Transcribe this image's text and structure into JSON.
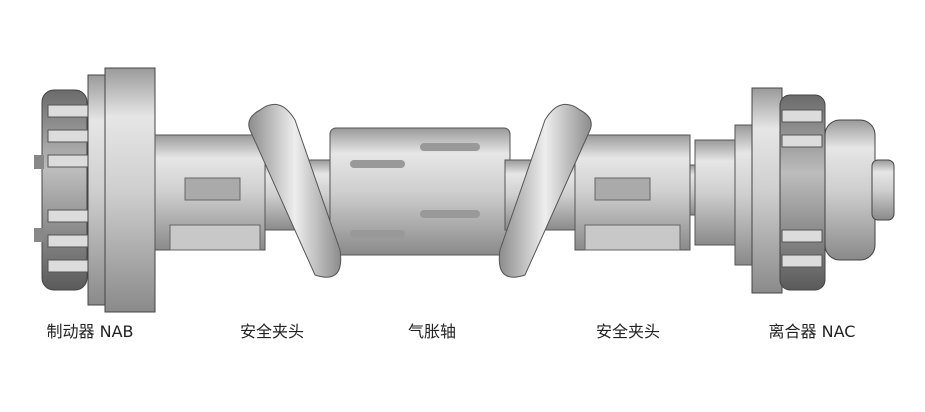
{
  "labels": {
    "brake": "制动器 NAB",
    "chuck_left": "安全夹头",
    "air_shaft": "气胀轴",
    "chuck_right": "安全夹头",
    "clutch": "离合器 NAC"
  }
}
